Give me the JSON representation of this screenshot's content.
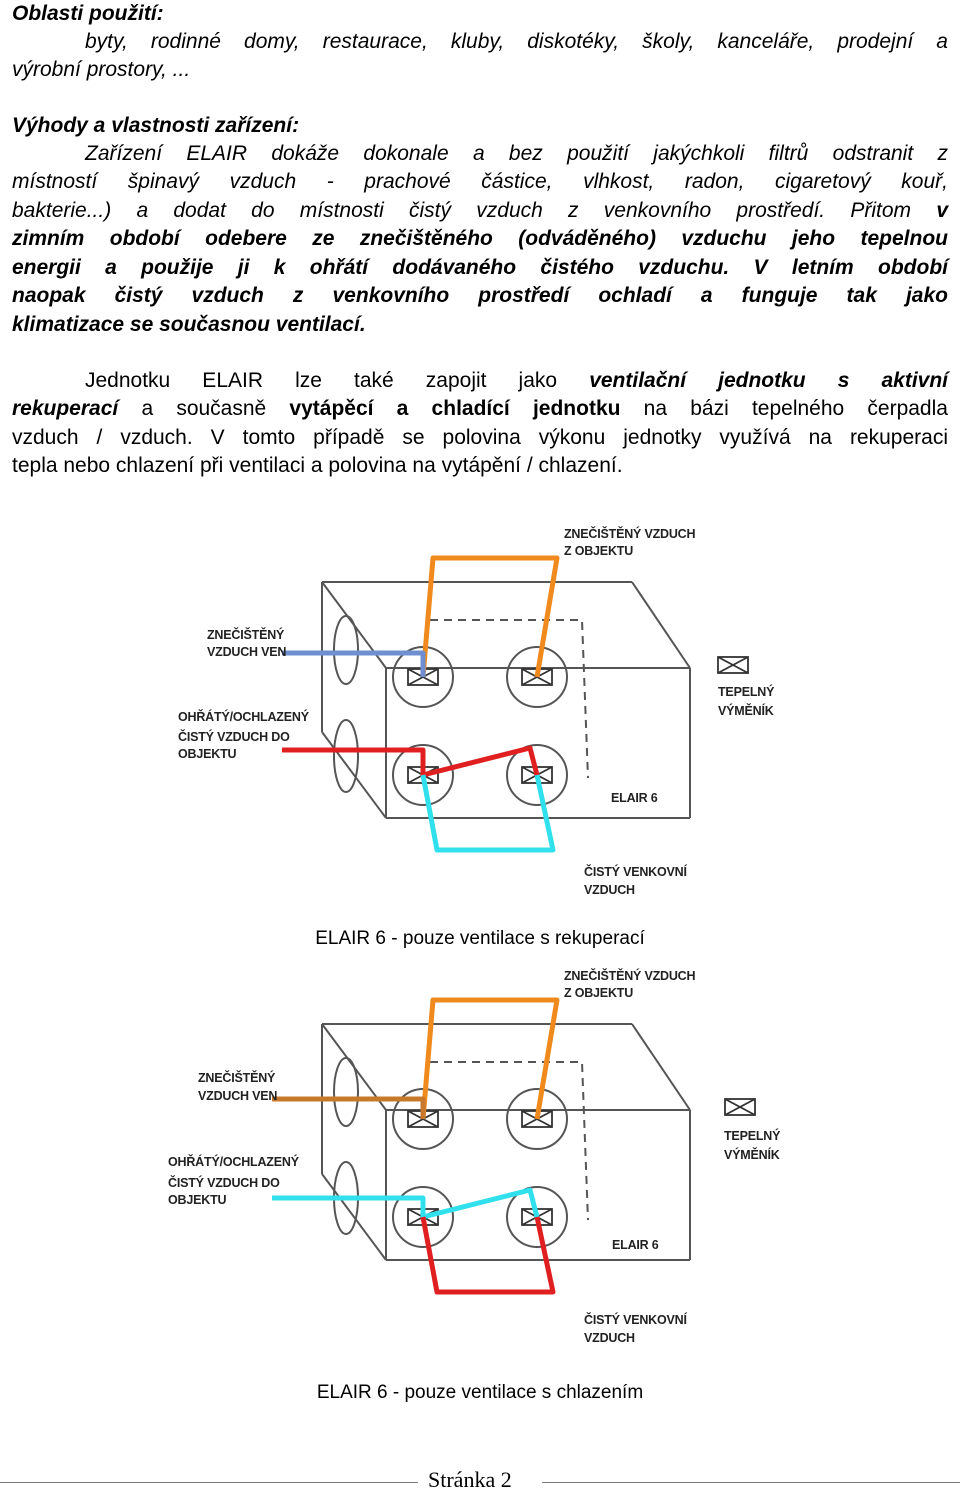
{
  "section1": {
    "heading": "Oblasti použití:",
    "line1": "byty, rodinné domy, restaurace, kluby, diskotéky, školy, kanceláře, prodejní a",
    "line2": "výrobní prostory, ..."
  },
  "section2": {
    "heading": "Výhody a vlastnosti zařízení:",
    "p1_l1": "Zařízení ELAIR dokáže dokonale a bez použití jakýchkoli filtrů odstranit z",
    "p1_l2": "místností špinavý vzduch - prachové částice, vlhkost, radon, cigaretový kouř,",
    "p1_l3a": "bakterie...) a dodat do místnosti čistý vzduch z venkovního prostředí. Přitom",
    "p1_l3b": "v",
    "p1_l4": "zimním období odebere ze znečištěného (odváděného) vzduchu jeho tepelnou",
    "p1_l5": "energii a použije ji k ohřátí dodávaného čistého vzduchu. V letním období",
    "p1_l6": "naopak čistý vzduch z venkovního prostředí ochladí a funguje tak jako",
    "p1_l7": "klimatizace se současnou ventilací.",
    "p2_l1a": "Jednotku ELAIR lze také zapojit jako",
    "p2_l1b": "ventilační jednotku s aktivní",
    "p2_l2a": "rekuperací",
    "p2_l2b": "a současně",
    "p2_l2c": "vytápěcí a chladící jednotku",
    "p2_l2d": "na bázi tepelného čerpadla",
    "p2_l3": "vzduch / vzduch. V tomto případě se polovina výkonu jednotky využívá na rekuperaci",
    "p2_l4": "tepla nebo chlazení při ventilaci a polovina na vytápění / chlazení."
  },
  "labels": {
    "dirty_from": [
      "ZNEČIŠTĚNÝ VZDUCH",
      "Z OBJEKTU"
    ],
    "dirty_out": [
      "ZNEČIŠTĚNÝ",
      "VZDUCH VEN"
    ],
    "supply": [
      "OHŘÁTÝ/OCHLAZENÝ",
      "ČISTÝ VZDUCH DO",
      "OBJEKTU"
    ],
    "exchanger": [
      "TEPELNÝ",
      "VÝMĚNÍK"
    ],
    "unit": "ELAIR 6",
    "fresh": [
      "ČISTÝ VENKOVNÍ",
      "VZDUCH"
    ]
  },
  "diagrams": [
    {
      "caption": "ELAIR 6 - pouze ventilace s rekuperací",
      "colors": {
        "from_building": "#f08a1c",
        "out": "#6f8fd0",
        "supply": "#e02020",
        "fresh": "#30e0ec"
      }
    },
    {
      "caption": "ELAIR 6 - pouze ventilace s chlazením",
      "colors": {
        "from_building": "#f08a1c",
        "out": "#c8782a",
        "supply": "#30e0ec",
        "fresh": "#e02020"
      }
    }
  ],
  "footer": {
    "page_label": "Stránka 2"
  }
}
